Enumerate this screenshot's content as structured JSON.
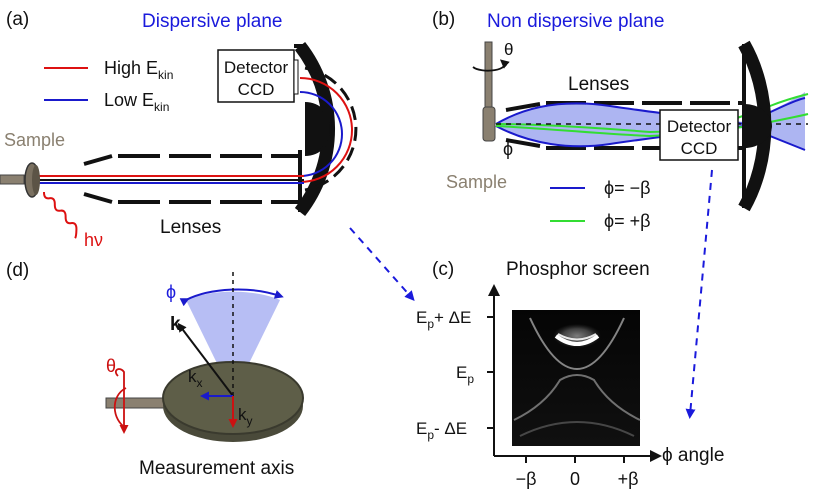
{
  "colors": {
    "title_blue": "#1a1adc",
    "high_red": "#dd1111",
    "low_blue": "#1a1acc",
    "plus_green": "#33dd33",
    "sample_gray": "#8a8070",
    "photon_red": "#dd1111",
    "cone_fill": "#9fa8f0",
    "disk_fill": "#5e5e48"
  },
  "panel_a": {
    "label": "(a)",
    "title": "Dispersive plane",
    "legend": [
      {
        "text": "High E",
        "sub": "kin",
        "color": "#dd1111"
      },
      {
        "text": "Low E",
        "sub": "kin",
        "color": "#1a1acc"
      }
    ],
    "detector": [
      "Detector",
      "CCD"
    ],
    "sample": "Sample",
    "lenses": "Lenses",
    "photon": "hν"
  },
  "panel_b": {
    "label": "(b)",
    "title": "Non dispersive plane",
    "theta": "θ",
    "phi": "ϕ",
    "lenses": "Lenses",
    "detector": [
      "Detector",
      "CCD"
    ],
    "sample": "Sample",
    "legend": [
      {
        "text": "ϕ= −β",
        "color": "#1a1acc"
      },
      {
        "text": "ϕ= +β",
        "color": "#33dd33"
      }
    ]
  },
  "panel_c": {
    "label": "(c)",
    "title": "Phosphor screen",
    "y_ticks": [
      {
        "main": "E",
        "sub": "p",
        "tail": "+ ΔE"
      },
      {
        "main": "E",
        "sub": "p",
        "tail": ""
      },
      {
        "main": "E",
        "sub": "p",
        "tail": "- ΔE"
      }
    ],
    "x_ticks": [
      "−β",
      "0",
      "+β"
    ],
    "x_axis_label": "ϕ angle"
  },
  "panel_d": {
    "label": "(d)",
    "phi": "ϕ",
    "k": "k",
    "kx": {
      "main": "k",
      "sub": "x"
    },
    "ky": {
      "main": "k",
      "sub": "y"
    },
    "theta": "θ",
    "caption": "Measurement axis"
  }
}
